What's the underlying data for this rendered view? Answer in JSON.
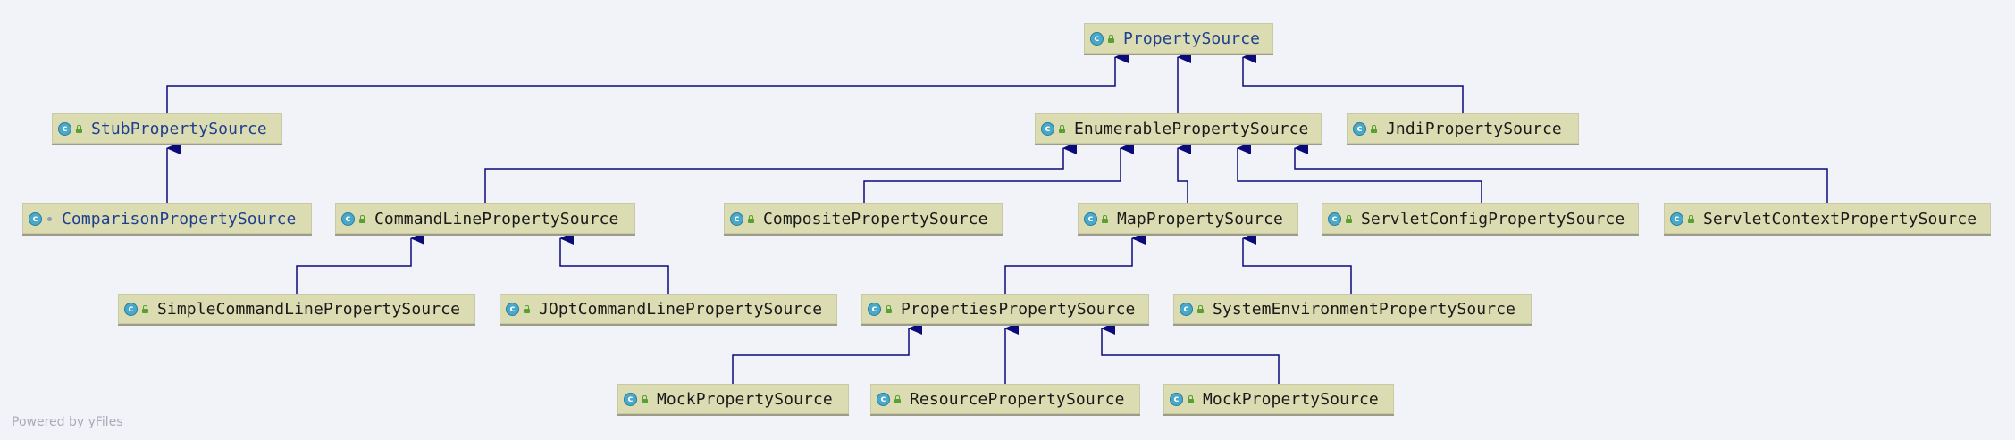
{
  "diagram": {
    "classes": {
      "property_source": "PropertySource",
      "stub_property_source": "StubPropertySource",
      "enumerable_property_source": "EnumerablePropertySource",
      "jndi_property_source": "JndiPropertySource",
      "comparison_property_source": "ComparisonPropertySource",
      "command_line_property_source": "CommandLinePropertySource",
      "composite_property_source": "CompositePropertySource",
      "map_property_source": "MapPropertySource",
      "servlet_config_property_source": "ServletConfigPropertySource",
      "servlet_context_property_source": "ServletContextPropertySource",
      "simple_command_line_property_source": "SimpleCommandLinePropertySource",
      "jopt_command_line_property_source": "JOptCommandLinePropertySource",
      "properties_property_source": "PropertiesPropertySource",
      "system_environment_property_source": "SystemEnvironmentPropertySource",
      "mock_property_source_1": "MockPropertySource",
      "resource_property_source": "ResourcePropertySource",
      "mock_property_source_2": "MockPropertySource"
    },
    "class_icon_letter": "c",
    "colors": {
      "background": "#f2f3f8",
      "node_fill": "#dcdcb3",
      "edge": "#0a0a7a",
      "class_icon": "#4aa8c8",
      "abstract_label": "#1f3f8f"
    }
  },
  "footer": {
    "text": "Powered by yFiles"
  }
}
